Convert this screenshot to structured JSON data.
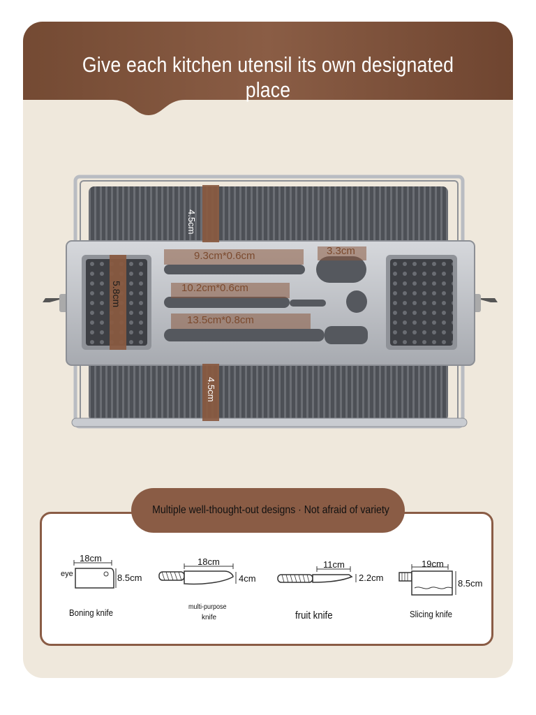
{
  "header": {
    "title": "Give each kitchen utensil its own designated place"
  },
  "rack": {
    "top_gap": "4.5cm",
    "bottom_gap": "4.5cm",
    "side_slot": "5.8cm",
    "slot_1": "9.3cm*0.6cm",
    "slot_2": "10.2cm*0.6cm",
    "slot_3": "13.5cm*0.8cm",
    "round_slot": "3.3cm"
  },
  "section": {
    "title": "Multiple well-thought-out designs · Not afraid of variety"
  },
  "knives": [
    {
      "name": "Boning knife",
      "width": "18cm",
      "height": "8.5cm",
      "note": "eye",
      "icon": "cleaver-icon"
    },
    {
      "name_line1": "multi-purpose",
      "name_line2": "knife",
      "width": "18cm",
      "height": "4cm",
      "icon": "chef-knife-icon"
    },
    {
      "name": "fruit knife",
      "width": "11cm",
      "height": "2.2cm",
      "icon": "fruit-knife-icon"
    },
    {
      "name": "Slicing knife",
      "width": "19cm",
      "height": "8.5cm",
      "icon": "slicing-cleaver-icon"
    }
  ],
  "colors": {
    "banner": "#7a4f37",
    "background": "#efe8dc",
    "accent": "#8a5c45",
    "label": "#7b4a2e"
  }
}
